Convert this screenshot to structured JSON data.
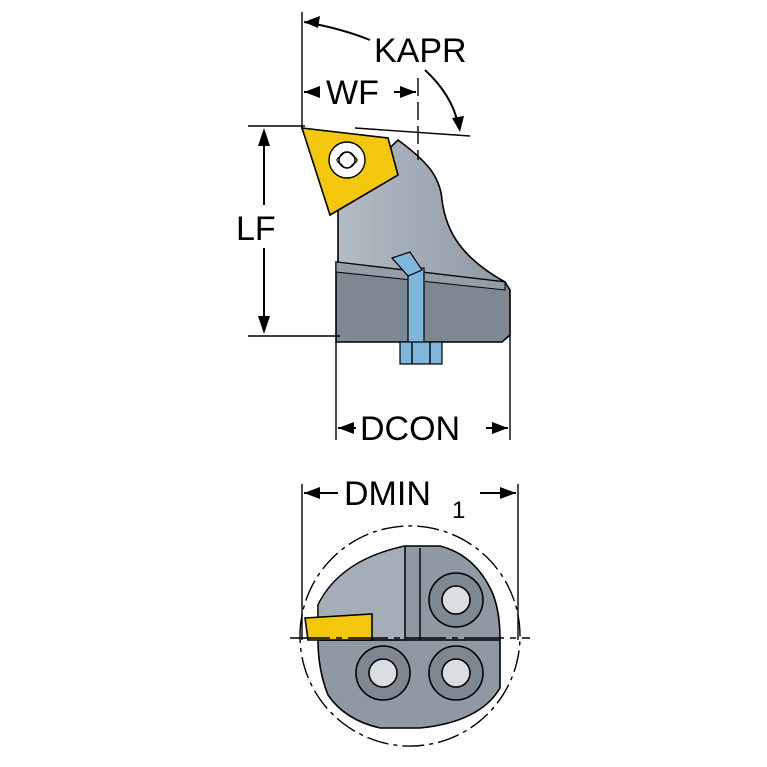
{
  "labels": {
    "kapr": "KAPR",
    "wf": "WF",
    "lf": "LF",
    "dcon": "DCON",
    "dmin": "DMIN",
    "dmin_sub": "1"
  },
  "colors": {
    "insert": "#f2c70c",
    "body_light": "#a4aeb8",
    "body_dark": "#7d8893",
    "body_mid": "#939ea9",
    "screw": "#7fb6dd",
    "hole": "#d8dde2",
    "line": "#000000"
  }
}
